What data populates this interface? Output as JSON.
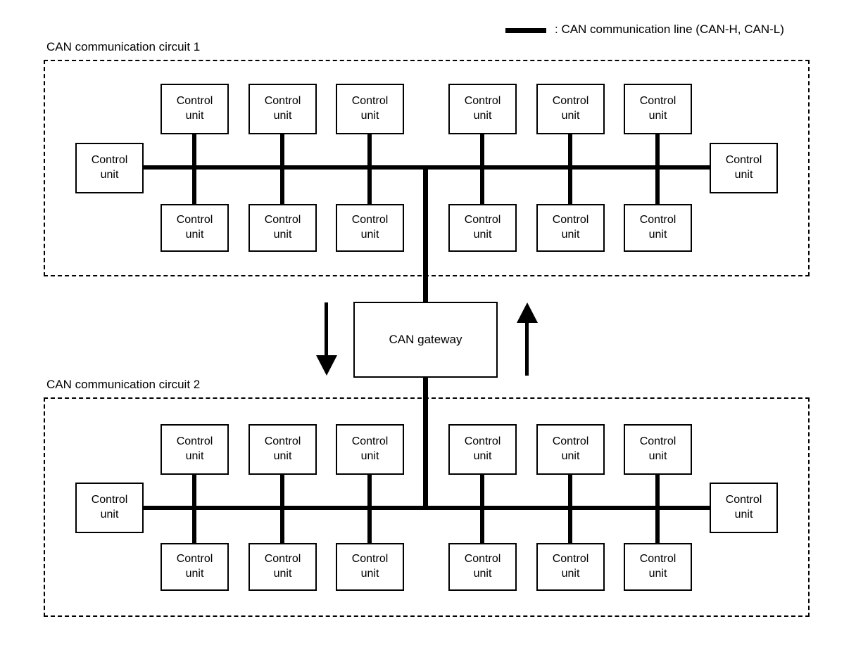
{
  "legend": {
    "label": ": CAN communication line (CAN-H, CAN-L)"
  },
  "circuits": {
    "circuit1_title": "CAN communication circuit 1",
    "circuit2_title": "CAN communication circuit 2"
  },
  "gateway": {
    "label": "CAN gateway"
  },
  "control_unit": {
    "label": "Control\nunit"
  },
  "icons": {
    "down_arrow": "down-arrow-icon",
    "up_arrow": "up-arrow-icon"
  },
  "colors": {
    "line": "#000000",
    "background": "#ffffff",
    "text": "#000000"
  }
}
